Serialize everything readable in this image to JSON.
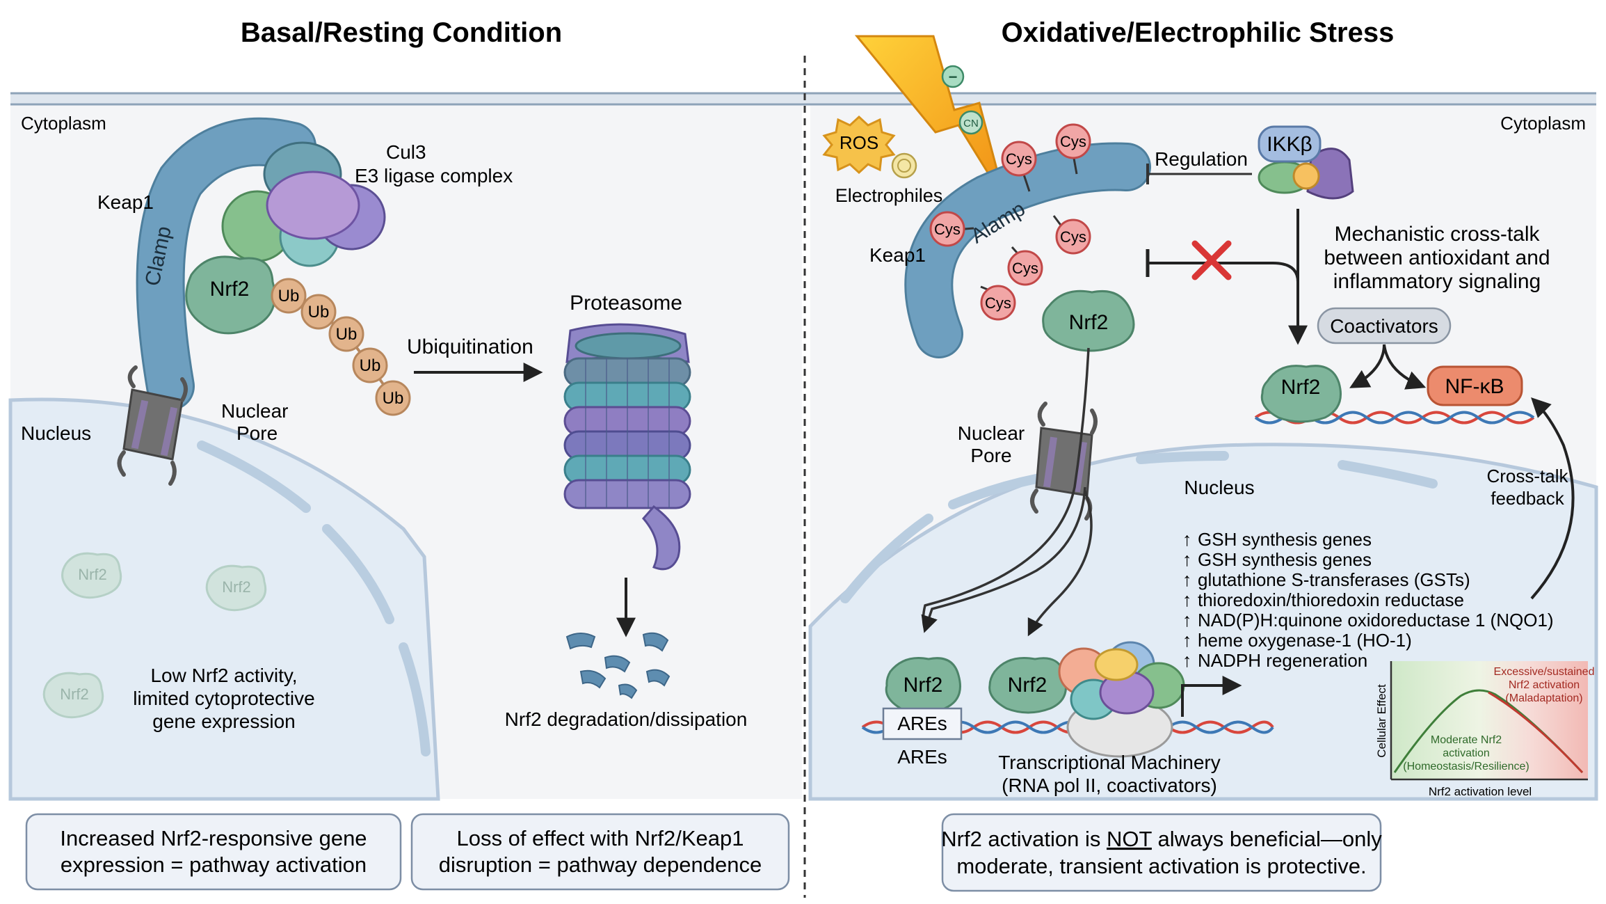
{
  "titles": {
    "left": "Basal/Resting Condition",
    "right": "Oxidative/Electrophilic Stress"
  },
  "left": {
    "cytoplasm": "Cytoplasm",
    "cul3_line1": "Cul3",
    "cul3_line2": "E3 ligase complex",
    "keap1": "Keap1",
    "clamp": "Clamp",
    "nrf2": "Nrf2",
    "ub": "Ub",
    "nuclear_pore_line1": "Nuclear",
    "nuclear_pore_line2": "Pore",
    "nucleus": "Nucleus",
    "ubiquitination": "Ubiquitination",
    "proteasome": "Proteasome",
    "degradation": "Nrf2 degradation/dissipation",
    "faded_nrf2": "Nrf2",
    "low_activity_line1": "Low Nrf2 activity,",
    "low_activity_line2": "limited cytoprotective",
    "low_activity_line3": "gene expression",
    "box1_line1": "Increased Nrf2-responsive gene",
    "box1_line2": "expression = pathway activation",
    "box2_line1": "Loss of effect with Nrf2/Keap1",
    "box2_line2": "disruption = pathway dependence"
  },
  "right": {
    "cytoplasm": "Cytoplasm",
    "ros": "ROS",
    "cn": "CN",
    "minus": "−",
    "electrophiles": "Electrophiles",
    "keap1": "Keap1",
    "clamp": "Alamp",
    "cys": "Cys",
    "regulation": "Regulation",
    "ikkb": "IKKβ",
    "nrf2_free": "Nrf2",
    "crosstalk_line1": "Mechanistic cross-talk",
    "crosstalk_line2": "between antioxidant and",
    "crosstalk_line3": "inflammatory signaling",
    "coactivators": "Coactivators",
    "nrf2_dna": "Nrf2",
    "nfkb": "NF-κB",
    "nuclear_pore_line1": "Nuclear",
    "nuclear_pore_line2": "Pore",
    "nucleus": "Nucleus",
    "feedback_line1": "Cross-talk",
    "feedback_line2": "feedback",
    "genes": [
      "GSH synthesis genes",
      "GSH synthesis genes",
      "glutathione S-transferases (GSTs)",
      "thioredoxin/thioredoxin reductase",
      "NAD(P)H:quinone oxidoreductase 1 (NQO1)",
      "heme oxygenase-1 (HO-1)",
      "NADPH regeneration"
    ],
    "nrf2_are": "Nrf2",
    "ares_box": "AREs",
    "ares_label": "AREs",
    "nrf2_tx": "Nrf2",
    "tx_line1": "Transcriptional Machinery",
    "tx_line2": "(RNA pol II, coactivators)",
    "bottom_pre": "Nrf2 activation is ",
    "bottom_not": "NOT",
    "bottom_post": " always beneficial—only",
    "bottom_line2": "moderate, transient activation is protective."
  },
  "inset_chart": {
    "ylabel": "Cellular Effect",
    "xlabel": "Nrf2 activation level",
    "high_line1": "Excessive/sustained",
    "high_line2": "Nrf2 activation",
    "high_line3": "(Maladaptation)",
    "mid_line1": "Moderate Nrf2",
    "mid_line2": "activation",
    "mid_line3": "(Homeostasis/Resilience)"
  },
  "colors": {
    "keap1": "#6e9fbf",
    "nrf2": "#7fb59b",
    "ub": "#e2b48c",
    "cys": "#f1a6a6",
    "nfkb": "#ec8b6d",
    "nucleus": "#e3ecf5",
    "lightning": "#f6b51a",
    "inhibit_x": "#d93636"
  }
}
